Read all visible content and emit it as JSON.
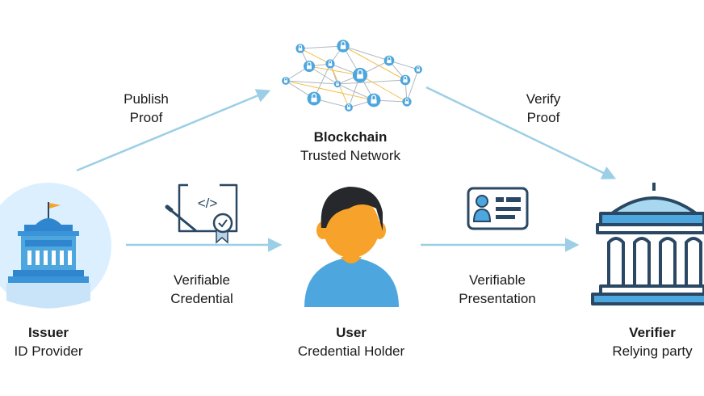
{
  "nodes": {
    "issuer": {
      "title": "Issuer",
      "subtitle": "ID Provider"
    },
    "blockchain": {
      "title": "Blockchain",
      "subtitle": "Trusted Network"
    },
    "user": {
      "title": "User",
      "subtitle": "Credential Holder"
    },
    "verifier": {
      "title": "Verifier",
      "subtitle": "Relying party"
    }
  },
  "edges": {
    "publish": {
      "line1": "Publish",
      "line2": "Proof"
    },
    "verify": {
      "line1": "Verify",
      "line2": "Proof"
    },
    "credential": {
      "line1": "Verifiable",
      "line2": "Credential"
    },
    "presentation": {
      "line1": "Verifiable",
      "line2": "Presentation"
    }
  },
  "icons": {
    "issuer": "government-building-icon",
    "blockchain": "blockchain-network-icon",
    "credential": "certificate-icon",
    "user": "person-avatar-icon",
    "presentation": "id-card-icon",
    "verifier": "bank-building-icon"
  },
  "colors": {
    "arrow": "#9ccfe6",
    "navy": "#2a4863",
    "skyblue": "#4da6dd",
    "lightblue": "#dcefff",
    "orange": "#f7a22b",
    "hair": "#26282b"
  }
}
